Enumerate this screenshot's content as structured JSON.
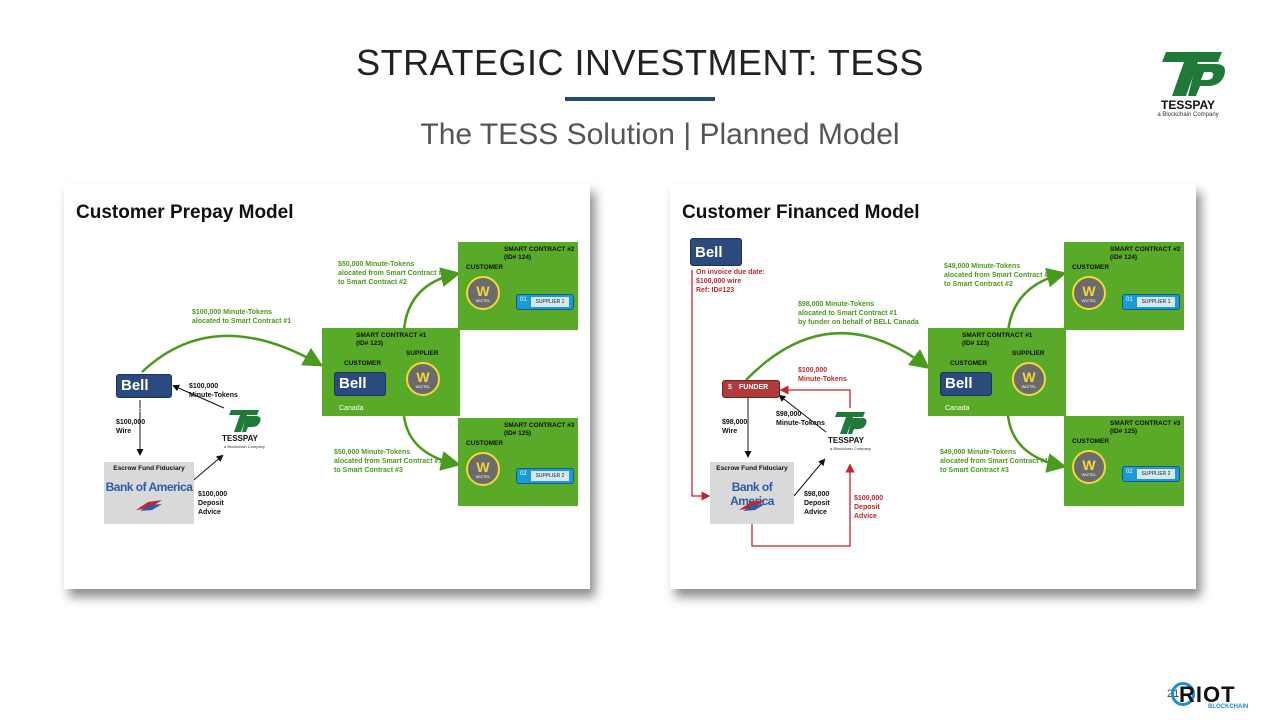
{
  "slide": {
    "title": "STRATEGIC INVESTMENT:  TESS",
    "subtitle": "The TESS Solution | Planned Model",
    "page_number": "21"
  },
  "brand": {
    "name": "TESSPAY",
    "tagline": "a Blockchain Company",
    "mark": "TP",
    "color": "#1f7a3a"
  },
  "footer_logo": {
    "name": "RIOT",
    "sub": "BLOCKCHAIN",
    "accent": "#1a8fd8"
  },
  "colors": {
    "green_box": "#5aaa2a",
    "green_text": "#4a9a1e",
    "red": "#c1272d",
    "bell": "#2b4b7e",
    "wiztel_ring": "#f4d83a"
  },
  "prepay": {
    "title": "Customer Prepay Model",
    "bell": {
      "name": "Bell",
      "sub": "Canada"
    },
    "arrow_main": [
      "$100,000 Minute-Tokens",
      "alocated to Smart Contract #1"
    ],
    "minute_tokens": [
      "$100,000",
      "Minute-Tokens"
    ],
    "wire": [
      "$100,000",
      "Wire"
    ],
    "escrow": {
      "title": "Escrow Fund Fiduciary",
      "bank": "Bank of America"
    },
    "deposit": [
      "$100,000",
      "Deposit",
      "Advice"
    ],
    "tesspay": {
      "name": "TESSPAY",
      "tag": "a Blockchain Company",
      "mark": "TP"
    },
    "sc1": {
      "title": [
        "SMART CONTRACT #1",
        "(ID# 123)"
      ],
      "customer": "CUSTOMER",
      "supplier": "SUPPLIER"
    },
    "sc2": {
      "title": [
        "SMART CONTRACT #2",
        "(ID# 124)"
      ],
      "customer": "CUSTOMER",
      "pill_no": "01",
      "pill": "SUPPLIER 1"
    },
    "sc3": {
      "title": [
        "SMART CONTRACT #3",
        "(ID# 125)"
      ],
      "customer": "CUSTOMER",
      "pill_no": "02",
      "pill": "SUPPLIER 2"
    },
    "arrow_up": [
      "$50,000 Minute-Tokens",
      "alocated from Smart Contract #1",
      "to Smart Contract #2"
    ],
    "arrow_down": [
      "$50,000 Minute-Tokens",
      "alocated from Smart Contract #1",
      "to Smart Contract #3"
    ],
    "wiztel": "WIZTEL"
  },
  "financed": {
    "title": "Customer Financed Model",
    "bell": {
      "name": "Bell",
      "sub": "Canada"
    },
    "invoice": [
      "On invoice due date:",
      "$100,000 wire",
      "Ref: ID#123"
    ],
    "arrow_main": [
      "$98,000 Minute-Tokens",
      "alocated to Smart Contract #1",
      "by funder on behalf of BELL Canada"
    ],
    "funder": "FUNDER",
    "funder_tokens": [
      "$100,000",
      "Minute-Tokens"
    ],
    "minute_tokens": [
      "$98,000",
      "Minute-Tokens"
    ],
    "wire": [
      "$98,000",
      "Wire"
    ],
    "escrow": {
      "title": "Escrow Fund Fiduciary",
      "bank": "Bank of America"
    },
    "deposit": [
      "$98,000",
      "Deposit",
      "Advice"
    ],
    "deposit_red": [
      "$100,000",
      "Deposit",
      "Advice"
    ],
    "tesspay": {
      "name": "TESSPAY",
      "tag": "a Blockchain Company",
      "mark": "TP"
    },
    "sc1": {
      "title": [
        "SMART CONTRACT #1",
        "(ID# 123)"
      ],
      "customer": "CUSTOMER",
      "supplier": "SUPPLIER"
    },
    "sc2": {
      "title": [
        "SMART CONTRACT #2",
        "(ID# 124)"
      ],
      "customer": "CUSTOMER",
      "pill_no": "01",
      "pill": "SUPPLIER 1"
    },
    "sc3": {
      "title": [
        "SMART CONTRACT #3",
        "(ID# 125)"
      ],
      "customer": "CUSTOMER",
      "pill_no": "02",
      "pill": "SUPPLIER 2"
    },
    "arrow_up": [
      "$49,000 Minute-Tokens",
      "alocated from Smart Contract #1",
      "to Smart Contract #2"
    ],
    "arrow_down": [
      "$49,000 Minute-Tokens",
      "alocated from Smart Contract #1",
      "to Smart Contract #3"
    ],
    "wiztel": "WIZTEL"
  }
}
